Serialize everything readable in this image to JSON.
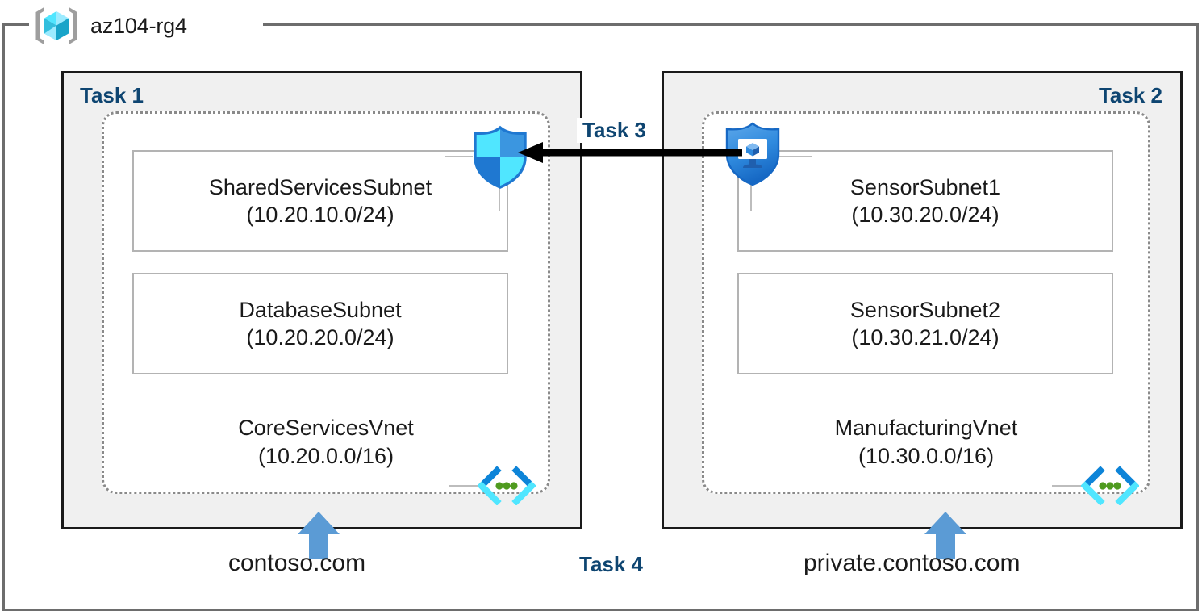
{
  "resource_group": {
    "name": "az104-rg4",
    "icon": "azure-resource-group-cube-icon"
  },
  "tasks": {
    "task1_label": "Task 1",
    "task2_label": "Task 2",
    "task3_label": "Task 3",
    "task4_label": "Task 4"
  },
  "vnets": [
    {
      "task": "Task 1",
      "name": "CoreServicesVnet",
      "cidr": "(10.20.0.0/16)",
      "peering_icon": "vnet-peering-icon",
      "subnets": [
        {
          "name": "SharedServicesSubnet",
          "cidr": "(10.20.10.0/24)"
        },
        {
          "name": "DatabaseSubnet",
          "cidr": "(10.20.20.0/24)"
        }
      ],
      "attached_icon": "network-security-group-shield-icon",
      "dns_zone": "contoso.com"
    },
    {
      "task": "Task 2",
      "name": "ManufacturingVnet",
      "cidr": "(10.30.0.0/16)",
      "peering_icon": "vnet-peering-icon",
      "subnets": [
        {
          "name": "SensorSubnet1",
          "cidr": "(10.30.20.0/24)"
        },
        {
          "name": "SensorSubnet2",
          "cidr": "(10.30.21.0/24)"
        }
      ],
      "attached_icon": "virtual-machine-shield-icon",
      "dns_zone": "private.contoso.com"
    }
  ],
  "connection": {
    "label": "Task 3",
    "direction": "right-to-left",
    "icon": "left-arrow-icon"
  },
  "dns": {
    "label": "Task 4",
    "left_zone": "contoso.com",
    "right_zone": "private.contoso.com",
    "icon": "up-arrow-icon"
  },
  "colors": {
    "task_label": "#0e4571",
    "task_box_fill": "#f0f0f0",
    "task_box_border": "#1a1a1a",
    "vnet_border": "#8a8a8a",
    "subnet_border": "#b3b3b3",
    "frame_border": "#6d6d6d",
    "arrow_blue": "#5b9bd5",
    "azure_blue": "#0078d4",
    "cyan": "#50e6ff",
    "green_dot": "#4f9b1f"
  }
}
